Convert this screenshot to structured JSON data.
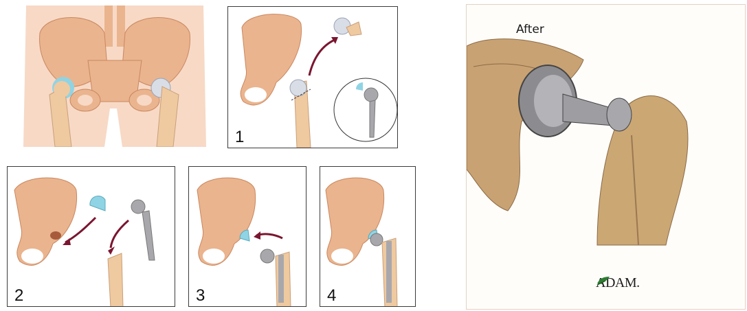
{
  "steps": {
    "step1": "1",
    "step2": "2",
    "step3": "3",
    "step4": "4"
  },
  "after_image": {
    "label": "After",
    "logo": "ADAM."
  },
  "colors": {
    "bone": "#eab48e",
    "bone_dark": "#c9875f",
    "femur": "#efc9a0",
    "skin": "#f7d9c6",
    "cartilage": "#8fd4e4",
    "metal": "#a8a8ac",
    "arrow": "#7a1630"
  }
}
